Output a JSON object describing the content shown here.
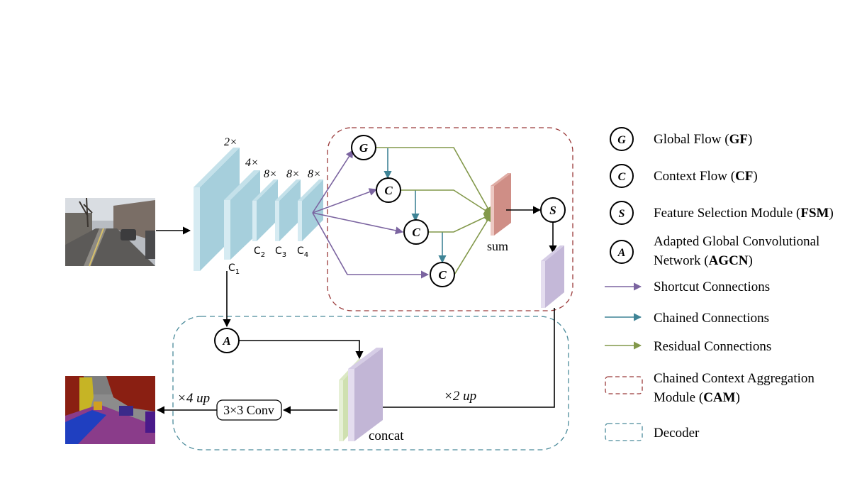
{
  "encoder": {
    "scale_2x": "2×",
    "scale_4x": "4×",
    "scale_8x_a": "8×",
    "scale_8x_b": "8×",
    "scale_8x_c": "8×",
    "c1": "C",
    "c1_sub": "1",
    "c2": "C",
    "c2_sub": "2",
    "c3": "C",
    "c3_sub": "3",
    "c4": "C",
    "c4_sub": "4"
  },
  "cam": {
    "gf_symbol": "G",
    "cf_symbol": "C",
    "fsm_symbol": "S",
    "sum_label": "sum"
  },
  "decoder": {
    "agcn_symbol": "A",
    "concat_label": "concat",
    "conv_label": "3×3 Conv",
    "up2_label": "×2 up",
    "up4_label": "×4 up"
  },
  "legend": {
    "gf": {
      "symbol": "G",
      "text": "Global Flow (",
      "bold": "GF",
      "close": ")"
    },
    "cf": {
      "symbol": "C",
      "text": "Context Flow (",
      "bold": "CF",
      "close": ")"
    },
    "fsm": {
      "symbol": "S",
      "text": "Feature Selection Module (",
      "bold": "FSM",
      "close": ")"
    },
    "agcn": {
      "symbol": "A",
      "line1": "Adapted Global Convolutional",
      "line2": "Network (",
      "bold": "AGCN",
      "close": ")"
    },
    "shortcut": "Shortcut Connections",
    "chained": "Chained Connections",
    "residual": "Residual Connections",
    "cam": {
      "line1": "Chained Context Aggregation",
      "line2": "Module (",
      "bold": "CAM",
      "close": ")"
    },
    "decoder": "Decoder"
  },
  "colors": {
    "shortcut": "#7b64a0",
    "chained": "#3f8496",
    "residual": "#82984a",
    "cam_border": "#9a3a3a",
    "decoder_border": "#4a8a9a",
    "encoder_block": "#a6cfdc",
    "sum_block": "#cf8e86",
    "fsm_block": "#c4b8d8",
    "concat_green": "#cfe0b0",
    "concat_purple": "#c2b6d6"
  }
}
